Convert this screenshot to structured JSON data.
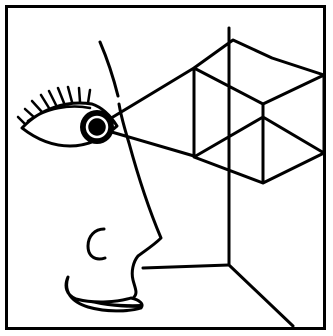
{
  "illustration": {
    "stroke_color": "#000000",
    "background_color": "#ffffff",
    "parts": [
      "border",
      "face-profile",
      "eye",
      "eyelashes",
      "ear-line",
      "nose",
      "mouth",
      "sight-cone",
      "cube",
      "room-corner-lines"
    ]
  }
}
